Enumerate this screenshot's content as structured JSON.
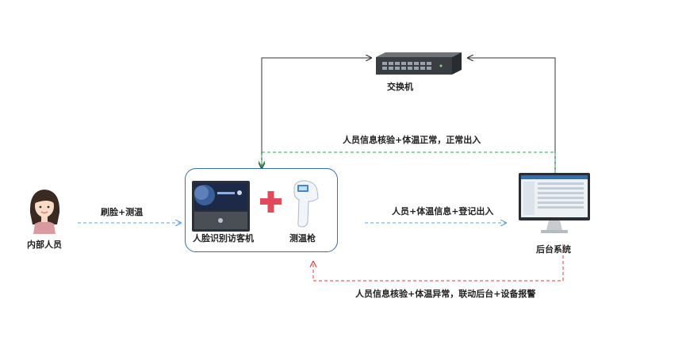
{
  "nodes": {
    "switch": {
      "label": "交换机",
      "icon": "network-switch-icon"
    },
    "person": {
      "label": "内部人员",
      "icon": "person-avatar-icon"
    },
    "face_terminal": {
      "label": "人脸识别访客机",
      "icon": "face-recognition-terminal-icon"
    },
    "thermometer": {
      "label": "测温枪",
      "icon": "thermometer-gun-icon"
    },
    "backend": {
      "label": "后台系统",
      "icon": "monitor-icon"
    },
    "plus_sign": {
      "icon": "plus-icon",
      "color": "#e04a5a"
    }
  },
  "edges": {
    "swipe": {
      "label": "刷脸+测温"
    },
    "normal": {
      "label": "人员信息核验+体温正常，正常出入"
    },
    "register": {
      "label": "人员+体温信息+登记出入"
    },
    "abnormal": {
      "label": "人员信息核验+体温异常，联动后台+设备报警"
    }
  },
  "colors": {
    "network_line": "#333333",
    "normal_line": "#2aa85a",
    "flow_line": "#6a9fd8",
    "alarm_line": "#e03b3b",
    "box_border": "#3b6ea8"
  }
}
